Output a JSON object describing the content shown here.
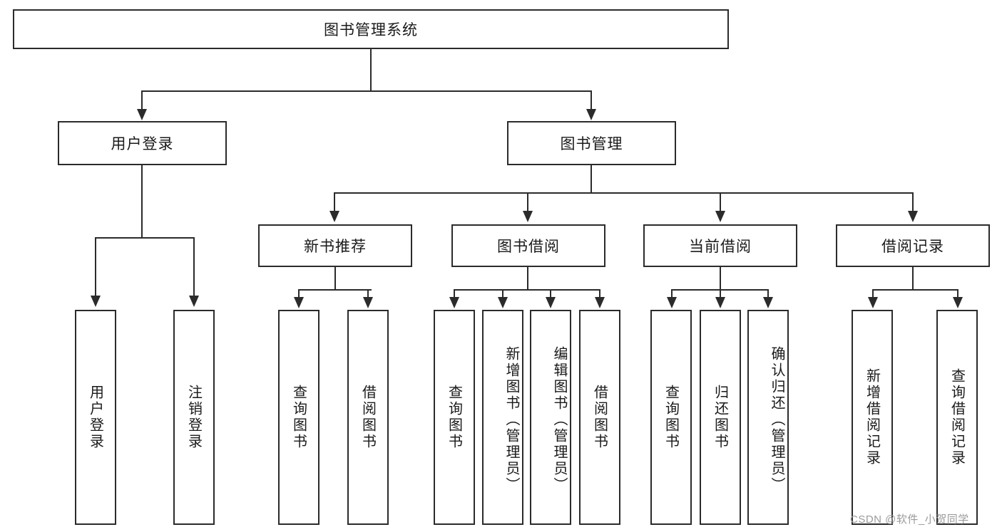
{
  "diagram": {
    "title": "图书管理系统",
    "type": "hierarchy-tree",
    "root": {
      "label": "图书管理系统"
    },
    "level1": [
      {
        "label": "用户登录"
      },
      {
        "label": "图书管理"
      }
    ],
    "level2": [
      {
        "label": "新书推荐"
      },
      {
        "label": "图书借阅"
      },
      {
        "label": "当前借阅"
      },
      {
        "label": "借阅记录"
      }
    ],
    "leaves_user_login": [
      {
        "label": "用户登录"
      },
      {
        "label": "注销登录"
      }
    ],
    "leaves_new_book": [
      {
        "label": "查询图书"
      },
      {
        "label": "借阅图书"
      }
    ],
    "leaves_borrow": [
      {
        "label": "查询图书"
      },
      {
        "label": "新增图书（管理员）"
      },
      {
        "label": "编辑图书（管理员）"
      },
      {
        "label": "借阅图书"
      }
    ],
    "leaves_current": [
      {
        "label": "查询图书"
      },
      {
        "label": "归还图书"
      },
      {
        "label": "确认归还（管理员）"
      }
    ],
    "leaves_records": [
      {
        "label": "新增借阅记录"
      },
      {
        "label": "查询借阅记录"
      }
    ]
  },
  "watermark": {
    "text": "CSDN @软件_小贺同学"
  },
  "colors": {
    "stroke": "#2b2b2b",
    "background": "#ffffff",
    "text": "#1a1a1a",
    "watermark": "#9a9a9a"
  }
}
